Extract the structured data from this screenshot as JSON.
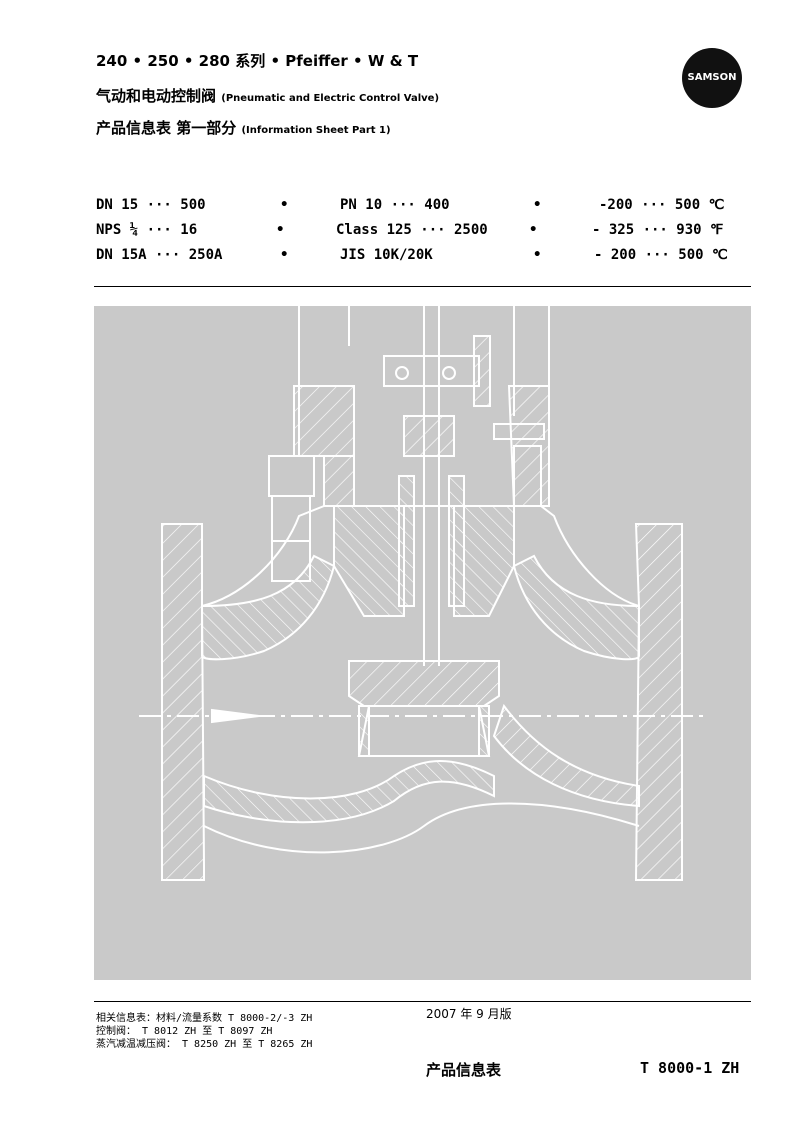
{
  "header": {
    "line1": "240 • 250 • 280 系列 • Pfeiffer • W & T",
    "line2_main": "气动和电动控制阀",
    "line2_sub": "(Pneumatic and Electric Control Valve)",
    "line3_main": "产品信息表 第一部分",
    "line3_sub": "(Information Sheet Part 1)",
    "logo_text": "SAMSON"
  },
  "specs": {
    "rows": [
      {
        "size": "DN 15 ··· 500",
        "pressure": "PN 10 ··· 400",
        "temp": "-200 ··· 500 ℃"
      },
      {
        "size": "NPS ¼ ··· 16",
        "pressure": "Class 125 ··· 2500",
        "temp": "- 325 ··· 930 ℉"
      },
      {
        "size": "DN 15A ··· 250A",
        "pressure": "JIS 10K/20K",
        "temp": "- 200 ··· 500 ℃"
      }
    ],
    "bullet": "•"
  },
  "footer": {
    "refs": [
      "相关信息表：材料/流量系数  T 8000-2/-3 ZH",
      "控制阀：                T 8012 ZH 至 T 8097 ZH",
      "蒸汽减温减压阀：        T 8250 ZH 至 T 8265 ZH"
    ],
    "edition": "2007 年 9 月版",
    "doc_type": "产品信息表",
    "doc_number": "T 8000-1 ZH"
  },
  "colors": {
    "figure_background": "#c9c9c9",
    "text": "#000000"
  }
}
